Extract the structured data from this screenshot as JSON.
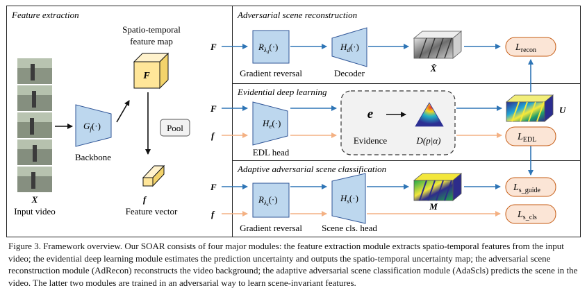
{
  "panels": {
    "feature_extraction": "Feature extraction",
    "adv_recon": "Adversarial scene reconstruction",
    "edl": "Evidential deep learning",
    "adv_cls": "Adaptive adversarial scene classification"
  },
  "labels": {
    "input_video": "Input video",
    "input_symbol": "X",
    "backbone": "Backbone",
    "backbone_fn": "G",
    "backbone_sub": "f",
    "backbone_arg": "(·)",
    "feature_map_title_1": "Spatio-temporal",
    "feature_map_title_2": "feature map",
    "feature_map_symbol": "F",
    "pool": "Pool",
    "feature_vector_symbol": "f",
    "feature_vector": "Feature vector",
    "grl_1_fn": "R",
    "grl_1_sub": "λ",
    "grl_1_subsub": "d",
    "grl_1_arg": "(·)",
    "grl_1_label": "Gradient reversal",
    "decoder_fn": "H",
    "decoder_sub": "d",
    "decoder_arg": "(·)",
    "decoder_label": "Decoder",
    "recon_symbol": "X̂",
    "loss_recon": "L",
    "loss_recon_sub": "recon",
    "edl_fn": "H",
    "edl_sub": "e",
    "edl_arg": "(·)",
    "edl_label": "EDL head",
    "evidence_symbol": "e",
    "evidence_label": "Evidence",
    "dirichlet": "D(p|α)",
    "uncertainty_symbol": "U",
    "loss_edl": "L",
    "loss_edl_sub": "EDL",
    "grl_2_fn": "R",
    "grl_2_sub": "λ",
    "grl_2_subsub": "s",
    "grl_2_arg": "(·)",
    "grl_2_label": "Gradient reversal",
    "scene_fn": "H",
    "scene_sub": "s",
    "scene_arg": "(·)",
    "scene_label": "Scene cls. head",
    "mask_symbol": "M",
    "loss_guide": "L",
    "loss_guide_sub": "s_guide",
    "loss_cls": "L",
    "loss_cls_sub": "s_cls",
    "in_F_1": "F",
    "in_F_2": "F",
    "in_f_2": "f",
    "in_F_3": "F",
    "in_f_3": "f"
  },
  "colors": {
    "block_blue": "#bdd7ee",
    "block_stroke": "#2f5597",
    "cube_yellow": "#ffe699",
    "loss_fill": "#fbe5d6",
    "loss_stroke": "#c55a11",
    "arrow_blue": "#2e75b6",
    "arrow_orange": "#f4b183",
    "evidence_box": "#f2f2f2"
  },
  "caption": "Figure 3. Framework overview. Our SOAR consists of four major modules: the feature extraction module extracts spatio-temporal features from the input video; the evidential deep learning module estimates the prediction uncertainty and outputs the spatio-temporal uncertainty map; the adversarial scene reconstruction module (AdRecon) reconstructs the video background; the adaptive adversarial scene classification module (AdaScls) predicts the scene in the video. The latter two modules are trained in an adversarial way to learn scene-invariant features."
}
